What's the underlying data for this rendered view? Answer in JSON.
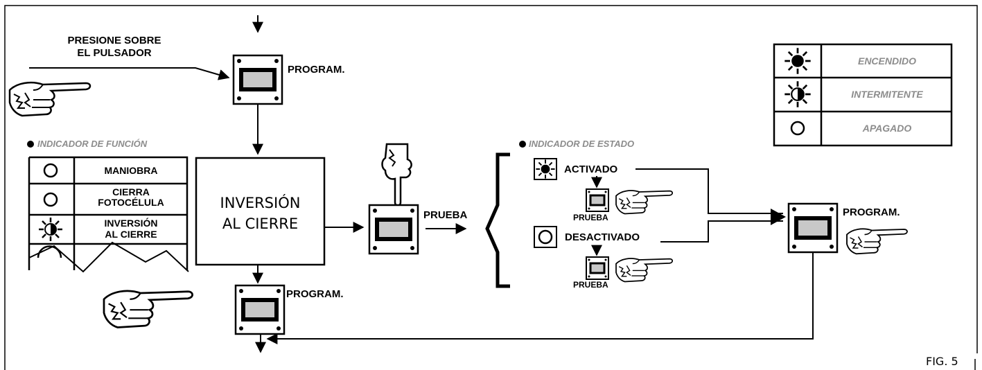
{
  "press_instruction": [
    "PRESIONE SOBRE",
    "EL PULSADOR"
  ],
  "program_label": "PROGRAM.",
  "function_indicator": {
    "title": "INDICADOR DE FUNCIÓN",
    "rows": [
      {
        "icon": "off",
        "label": [
          "MANIOBRA"
        ]
      },
      {
        "icon": "off",
        "label": [
          "CIERRA",
          "FOTOCÉLULA"
        ]
      },
      {
        "icon": "blinking",
        "label": [
          "INVERSIÓN",
          "AL CIERRE"
        ]
      },
      {
        "icon": "off",
        "label": []
      }
    ]
  },
  "inversion_box": [
    "INVERSIÓN",
    "AL CIERRE"
  ],
  "prueba_label": "PRUEBA",
  "state_indicator": {
    "title": "INDICADOR DE ESTADO",
    "activated": "ACTIVADO",
    "deactivated": "DESACTIVADO",
    "test_label": "PRUEBA"
  },
  "legend": [
    {
      "icon": "on",
      "label": "ENCENDIDO"
    },
    {
      "icon": "blinking",
      "label": "INTERMITENTE"
    },
    {
      "icon": "off",
      "label": "APAGADO"
    }
  ],
  "figure_label": "FIG. 5",
  "colors": {
    "line": "#000000",
    "gray_text": "#8c8c8c",
    "display": "#c8c8c8"
  }
}
